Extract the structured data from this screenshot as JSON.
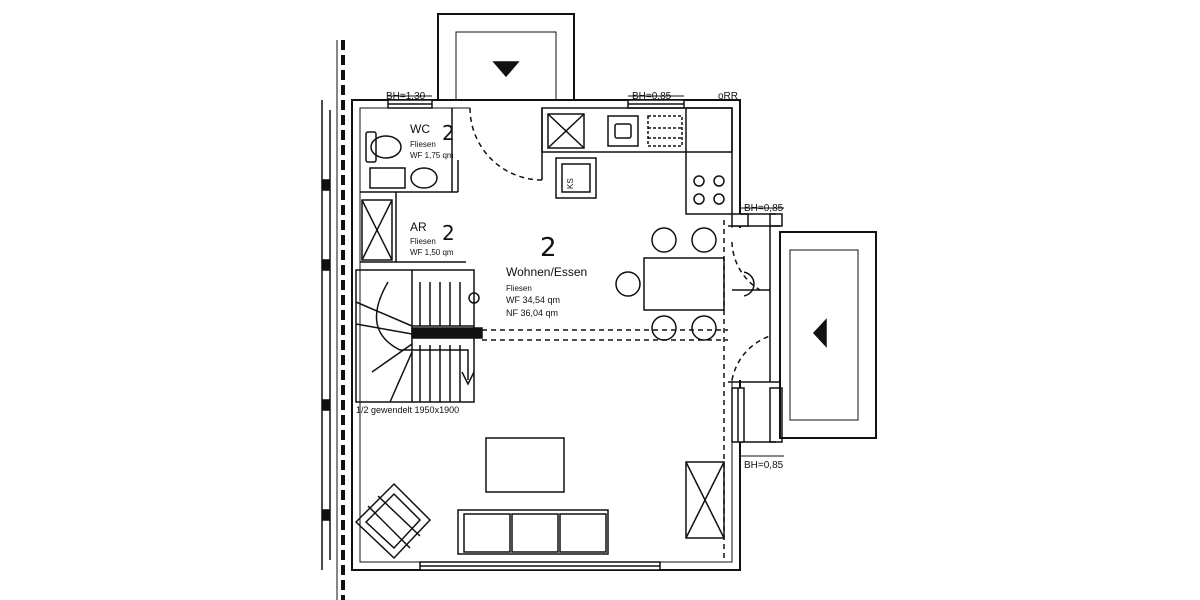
{
  "floor_plan": {
    "rooms": {
      "wc": {
        "number": "2",
        "name": "WC",
        "floor": "Fliesen",
        "area": "WF 1,75 qm"
      },
      "ar": {
        "number": "2",
        "name": "AR",
        "floor": "Fliesen",
        "area": "WF 1,50 qm"
      },
      "wohnen": {
        "number": "2",
        "name": "Wohnen/Essen",
        "floor": "Fliesen",
        "area_wf": "WF 34,54 qm",
        "area_nf": "NF 36,04 qm"
      }
    },
    "window_heights": {
      "top_left": "BH=1,30",
      "top_right": "BH=0,85",
      "right_upper": "BH=0,85",
      "right_lower": "BH=0,85"
    },
    "rr_label": "oRR",
    "ks_label": "KS",
    "stair": {
      "label": "1/2 gewendelt 1950x1900"
    }
  }
}
